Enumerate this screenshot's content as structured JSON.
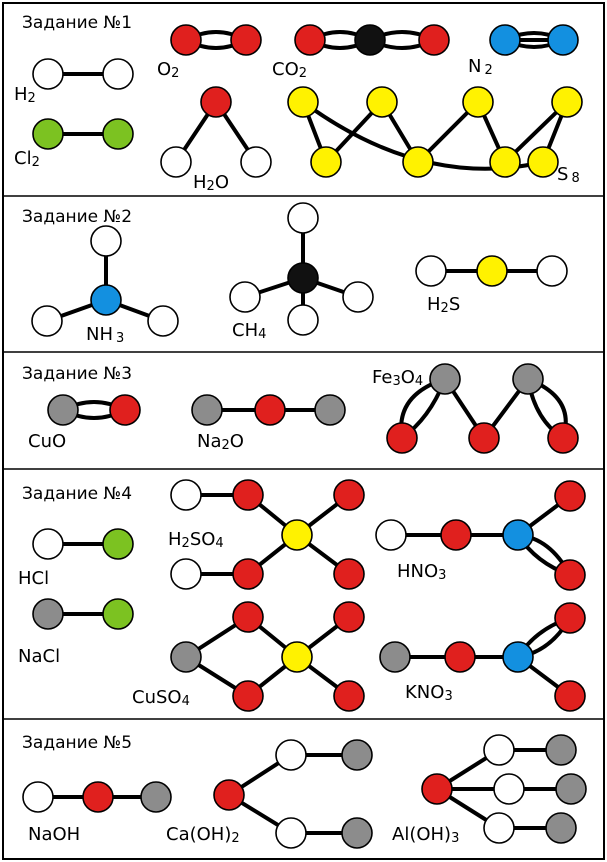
{
  "colors": {
    "H": "#ffffff",
    "O": "#e0201e",
    "C": "#111111",
    "N": "#1390e0",
    "Cl": "#7cc221",
    "S": "#fff200",
    "metal": "#8c8c8c"
  },
  "tasks": [
    {
      "title": "Задание №1",
      "molecules": [
        {
          "name": "O",
          "sub": "2"
        },
        {
          "name": "CO",
          "sub": "2"
        },
        {
          "name": "N",
          "sub": "2"
        },
        {
          "name": "H",
          "sub": "2"
        },
        {
          "name": "Cl",
          "sub": "2"
        },
        {
          "name": "H",
          "sub": "2",
          "tail": "O"
        },
        {
          "name": "S",
          "sub": "8"
        }
      ]
    },
    {
      "title": "Задание №2",
      "molecules": [
        {
          "name": "NH",
          "sub": "3"
        },
        {
          "name": "CH",
          "sub": "4"
        },
        {
          "name": "H",
          "sub": "2",
          "tail": "S"
        }
      ]
    },
    {
      "title": "Задание №3",
      "molecules": [
        {
          "name": "CuO"
        },
        {
          "name": "Na",
          "sub": "2",
          "tail": "O"
        },
        {
          "name": "Fe",
          "sub": "3",
          "tail": "O",
          "sub2": "4"
        }
      ]
    },
    {
      "title": "Задание №4",
      "molecules": [
        {
          "name": "HCl"
        },
        {
          "name": "H",
          "sub": "2",
          "tail": "SO",
          "sub2": "4"
        },
        {
          "name": "HNO",
          "sub": "3"
        },
        {
          "name": "NaCl"
        },
        {
          "name": "CuSO",
          "sub": "4"
        },
        {
          "name": "KNO",
          "sub": "3"
        }
      ]
    },
    {
      "title": "Задание №5",
      "molecules": [
        {
          "name": "NaOH"
        },
        {
          "name": "Ca(OH)",
          "sub": "2"
        },
        {
          "name": "Al(OH)",
          "sub": "3"
        }
      ]
    }
  ]
}
